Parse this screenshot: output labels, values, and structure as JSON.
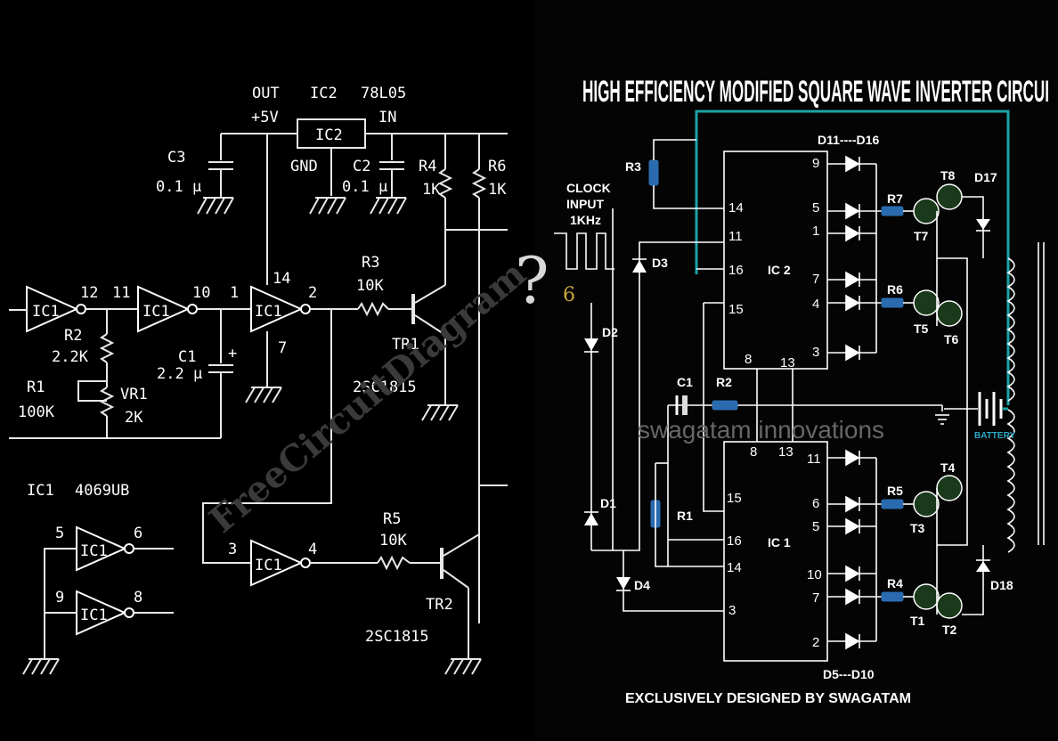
{
  "title": "HIGH EFFICIENCY MODIFIED SQUARE WAVE INVERTER CIRCUI",
  "credit": "EXCLUSIVELY DESIGNED BY SWAGATAM",
  "watermark_left": "FreeCircuitDiagram",
  "watermark_right": "swagatam innovations",
  "question_mark": "?",
  "scribble": "6",
  "left": {
    "out": "OUT",
    "plus5v": "+5V",
    "ic2": "IC2",
    "reg": "78L05",
    "in": "IN",
    "gnd": "GND",
    "c3": "C3",
    "c3v": "0.1 µ",
    "c2": "C2",
    "c2v": "0.1 µ",
    "r4": "R4",
    "r4v": "1K",
    "r6": "R6",
    "r6v": "1K",
    "r3": "R3",
    "r3v": "10K",
    "r2": "R2",
    "r2v": "2.2K",
    "r1": "R1",
    "r1v": "100K",
    "vr1": "VR1",
    "vr1v": "2K",
    "c1": "C1",
    "c1v": "2.2 µ",
    "plus": "+",
    "r5": "R5",
    "r5v": "10K",
    "tr1": "TR1",
    "tr1p": "2SC1815",
    "tr2": "TR2",
    "tr2p": "2SC1815",
    "ic1label": "IC1",
    "ic1part": "4069UB",
    "gate": "IC1",
    "p12": "12",
    "p11": "11",
    "p10": "10",
    "p1": "1",
    "p14": "14",
    "p2": "2",
    "p7": "7",
    "p3": "3",
    "p4": "4",
    "p5": "5",
    "p6": "6",
    "p9": "9",
    "p8": "8"
  },
  "right": {
    "clock": "CLOCK",
    "input": "INPUT",
    "freq": "1KHz",
    "r3": "R3",
    "d3": "D3",
    "d2": "D2",
    "d1": "D1",
    "d4": "D4",
    "c1": "C1",
    "r2": "R2",
    "r1": "R1",
    "ic2": "IC 2",
    "ic1": "IC 1",
    "d11_16": "D11----D16",
    "d5_10": "D5---D10",
    "r7": "R7",
    "r6": "R6",
    "r5": "R5",
    "r4": "R4",
    "t8": "T8",
    "t7": "T7",
    "t6": "T6",
    "t5": "T5",
    "t4": "T4",
    "t3": "T3",
    "t2": "T2",
    "t1": "T1",
    "d17": "D17",
    "d18": "D18",
    "battery": "BATTERY",
    "ic2pins": {
      "p9": "9",
      "p5": "5",
      "p1": "1",
      "p7": "7",
      "p4": "4",
      "p3": "3",
      "p14": "14",
      "p11": "11",
      "p16": "16",
      "p15": "15",
      "p8": "8",
      "p13": "13"
    },
    "ic1pins": {
      "p11": "11",
      "p6": "6",
      "p5": "5",
      "p10": "10",
      "p7": "7",
      "p2": "2",
      "p15": "15",
      "p16": "16",
      "p14": "14",
      "p3": "3",
      "p8": "8",
      "p13": "13"
    }
  },
  "colors": {
    "background": "#000000",
    "wire": "#e8e8e8",
    "resistor": "#2a6bb0",
    "battery_loop": "#1aa3a8",
    "transistor": "#1b3a1b"
  }
}
